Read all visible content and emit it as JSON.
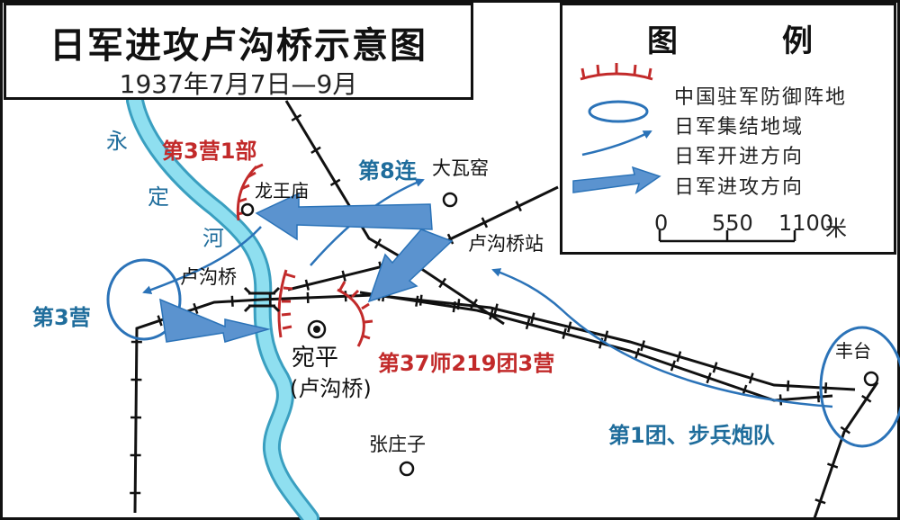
{
  "map": {
    "title": "日军进攻卢沟桥示意图",
    "subtitle": "1937年7月7日—9月"
  },
  "legend": {
    "heading": [
      "图",
      "例"
    ],
    "items": [
      {
        "symbol": "defense-line",
        "label": "中国驻军防御阵地"
      },
      {
        "symbol": "assembly-area",
        "label": "日军集结地域"
      },
      {
        "symbol": "advance-arrow",
        "label": "日军开进方向"
      },
      {
        "symbol": "attack-arrow",
        "label": "日军进攻方向"
      }
    ],
    "scale": {
      "ticks": [
        "0",
        "550",
        "1100"
      ],
      "unit": "米"
    }
  },
  "labels": {
    "river": [
      "永",
      "定",
      "河"
    ],
    "unit_3_ying_1_bu": "第3营1部",
    "unit_8_lian": "第8连",
    "longwangmiao": "龙王庙",
    "dawayao": "大瓦窑",
    "luqiao_station": "卢沟桥站",
    "lugouqiao_bridge": "卢沟桥",
    "unit_3_ying": "第3营",
    "wanping": "宛平",
    "wanping_note": "(卢沟桥)",
    "unit_37_219_3": "第37师219团3营",
    "fengtai": "丰台",
    "unit_1_tuan": "第1团、步兵炮队",
    "zhangzhuangzi": "张庄子"
  },
  "colors": {
    "river": "#5fc6e0",
    "river_edge": "#3a9fc0",
    "japanese_blue": "#2b73b8",
    "attack_fill": "#5b93cf",
    "chinese_red": "#c22a2a",
    "rail": "#111111"
  }
}
